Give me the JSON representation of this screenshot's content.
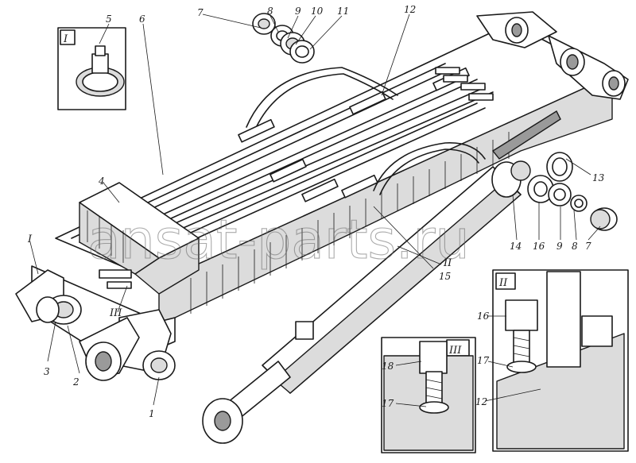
{
  "watermark": "ansat-parts.ru",
  "callouts": {
    "c1": "1",
    "c2": "2",
    "c3": "3",
    "c4": "4",
    "c5": "5",
    "c6": "6",
    "c7a": "7",
    "c8a": "8",
    "c9a": "9",
    "c10": "10",
    "c11": "11",
    "c12a": "12",
    "c13": "13",
    "c14": "14",
    "c15": "15",
    "c16a": "16",
    "c7b": "7",
    "c8b": "8",
    "c9b": "9",
    "c16b": "16",
    "c17a": "17",
    "c12b": "12",
    "c18": "18",
    "c17b": "17"
  },
  "roman": {
    "r1_main": "I",
    "r1_inset": "I",
    "r2_main": "II",
    "r2_inset": "II",
    "r3_main": "III",
    "r3_inset": "III"
  },
  "colors": {
    "ink": "#1a1a1a",
    "paper": "#ffffff",
    "shade": "#dcdcdc",
    "dark": "#9a9a9a"
  }
}
